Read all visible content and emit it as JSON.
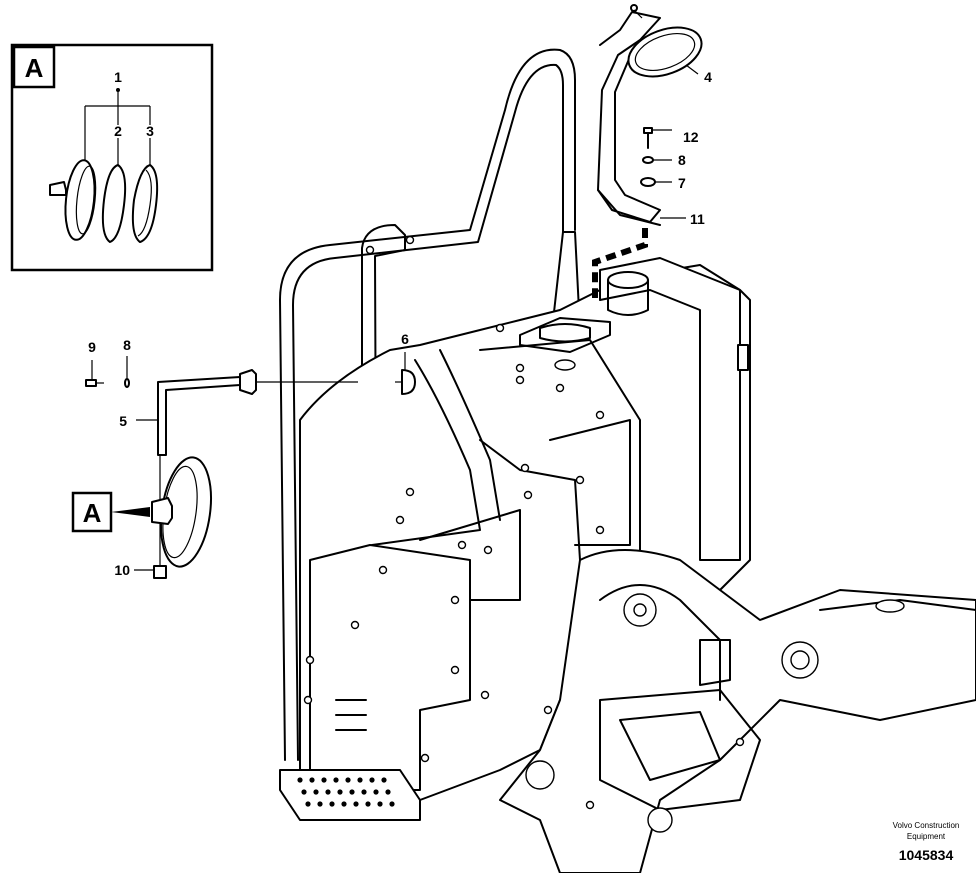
{
  "detail": {
    "letter": "A",
    "callout_letter": "A"
  },
  "labels": {
    "p1": "1",
    "p2": "2",
    "p3": "3",
    "p4": "4",
    "p5": "5",
    "p6": "6",
    "p7": "7",
    "p8a": "8",
    "p8b": "8",
    "p9": "9",
    "p10": "10",
    "p11": "11",
    "p12": "12"
  },
  "caption": {
    "line1": "Volvo Construction",
    "line2": "Equipment",
    "number": "1045834"
  }
}
